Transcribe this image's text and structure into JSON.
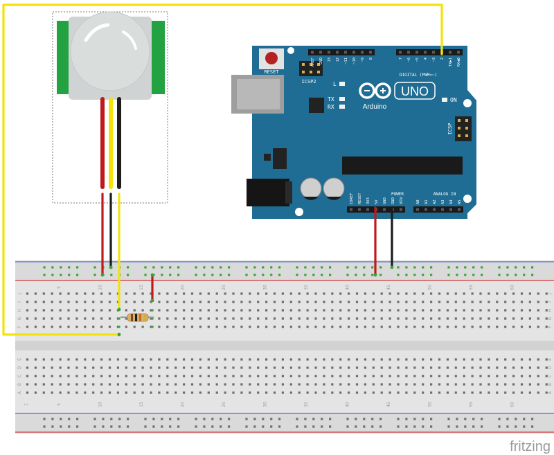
{
  "arduino": {
    "reset_label": "RESET",
    "icsp2_label": "ICSP2",
    "icsp_label": "ICSP",
    "l_label": "L",
    "tx_label": "TX",
    "rx_label": "RX",
    "on_label": "ON",
    "uno_label": "UNO",
    "brand_label": "Arduino",
    "digital_label": "DIGITAL (PWM=~)",
    "power_label": "POWER",
    "analog_label": "ANALOG IN",
    "digital_pins": [
      "AREF",
      "GND",
      "13",
      "12",
      "~11",
      "~10",
      "~9",
      "8",
      "7",
      "~6",
      "~5",
      "4",
      "~3",
      "2",
      "TX▶1",
      "RX◀0"
    ],
    "power_pins": [
      "IOREF",
      "RESET",
      "3V3",
      "5V",
      "GND",
      "GND",
      "VIN"
    ],
    "analog_pins": [
      "A0",
      "A1",
      "A2",
      "A3",
      "A4",
      "A5"
    ]
  },
  "breadboard": {
    "top_numbers": [
      "5",
      "10",
      "15",
      "20",
      "25",
      "30",
      "35",
      "40",
      "45",
      "50",
      "55",
      "60"
    ],
    "bottom_numbers": [
      "1",
      "5",
      "10",
      "15",
      "20",
      "25",
      "30",
      "35",
      "40",
      "45",
      "50",
      "55",
      "60"
    ],
    "row_letters_top": [
      "J",
      "I",
      "H",
      "G",
      "F"
    ],
    "row_letters_bottom": [
      "E",
      "D",
      "C",
      "B",
      "A"
    ]
  },
  "footer": {
    "brand": "fritzing"
  },
  "colors": {
    "board": "#1f6d94",
    "board_edge": "#16587a",
    "wire_yellow": "#f3e20c",
    "wire_red": "#c0191b",
    "wire_black": "#1c1c1c",
    "sensor_green": "#23a241",
    "breadboard": "#dedede",
    "hole_green": "#3aa23a",
    "rail_red": "#d83a3a",
    "rail_blue": "#3a63c8"
  }
}
